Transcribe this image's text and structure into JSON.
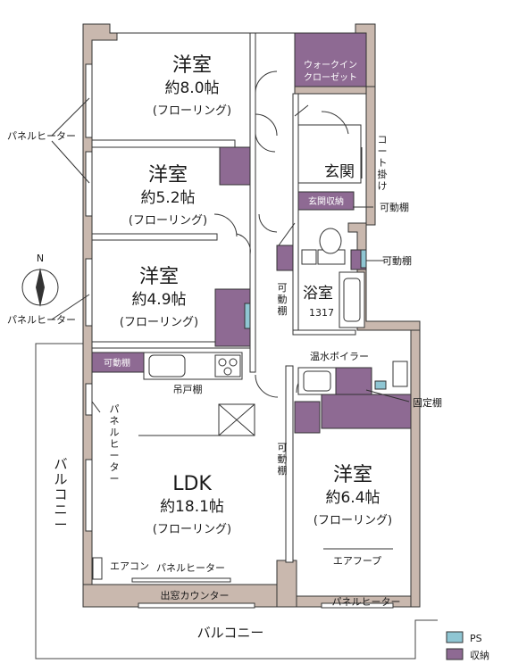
{
  "rooms": {
    "bed1": {
      "name": "洋室",
      "size": "約8.0帖",
      "floor": "(フローリング)"
    },
    "bed2": {
      "name": "洋室",
      "size": "約5.2帖",
      "floor": "(フローリング)"
    },
    "bed3": {
      "name": "洋室",
      "size": "約4.9帖",
      "floor": "(フローリング)"
    },
    "bed4": {
      "name": "洋室",
      "size": "約6.4帖",
      "floor": "(フローリング)"
    },
    "ldk": {
      "name": "LDK",
      "size": "約18.1帖",
      "floor": "(フローリング)"
    }
  },
  "labels": {
    "walkin_1": "ウォークイン",
    "walkin_2": "クローゼット",
    "genkan": "玄関",
    "coat": [
      "コ",
      "ー",
      "ト",
      "掛",
      "け"
    ],
    "genkan_storage": "玄関収納",
    "movable_shelf": "可動棚",
    "bath": "浴室",
    "bath_size": "1317",
    "kadou_v": [
      "可",
      "動",
      "棚"
    ],
    "panel_heater": "パネルヒーター",
    "panel_heater_v": [
      "パ",
      "ネ",
      "ル",
      "ヒ",
      "ー",
      "タ",
      "ー"
    ],
    "kadoudana_kitchen": "可動棚",
    "tsuridana": "吊戸棚",
    "boiler": "温水ボイラー",
    "fixed_shelf": "固定棚",
    "aircon": "エアコン",
    "airhood": "エアフープ",
    "demado": "出窓カウンター",
    "balcony": "バルコニー",
    "balcony_v": [
      "バ",
      "ル",
      "コ",
      "ニ",
      "ー"
    ],
    "north": "N"
  },
  "legend": [
    {
      "label": "PS",
      "color": "#8fc6d3"
    },
    {
      "label": "収納",
      "color": "#8e6a93"
    }
  ],
  "colors": {
    "wall": "#c9b8ae",
    "storage": "#8e6a93",
    "ps": "#8fc6d3",
    "line": "#222222"
  }
}
